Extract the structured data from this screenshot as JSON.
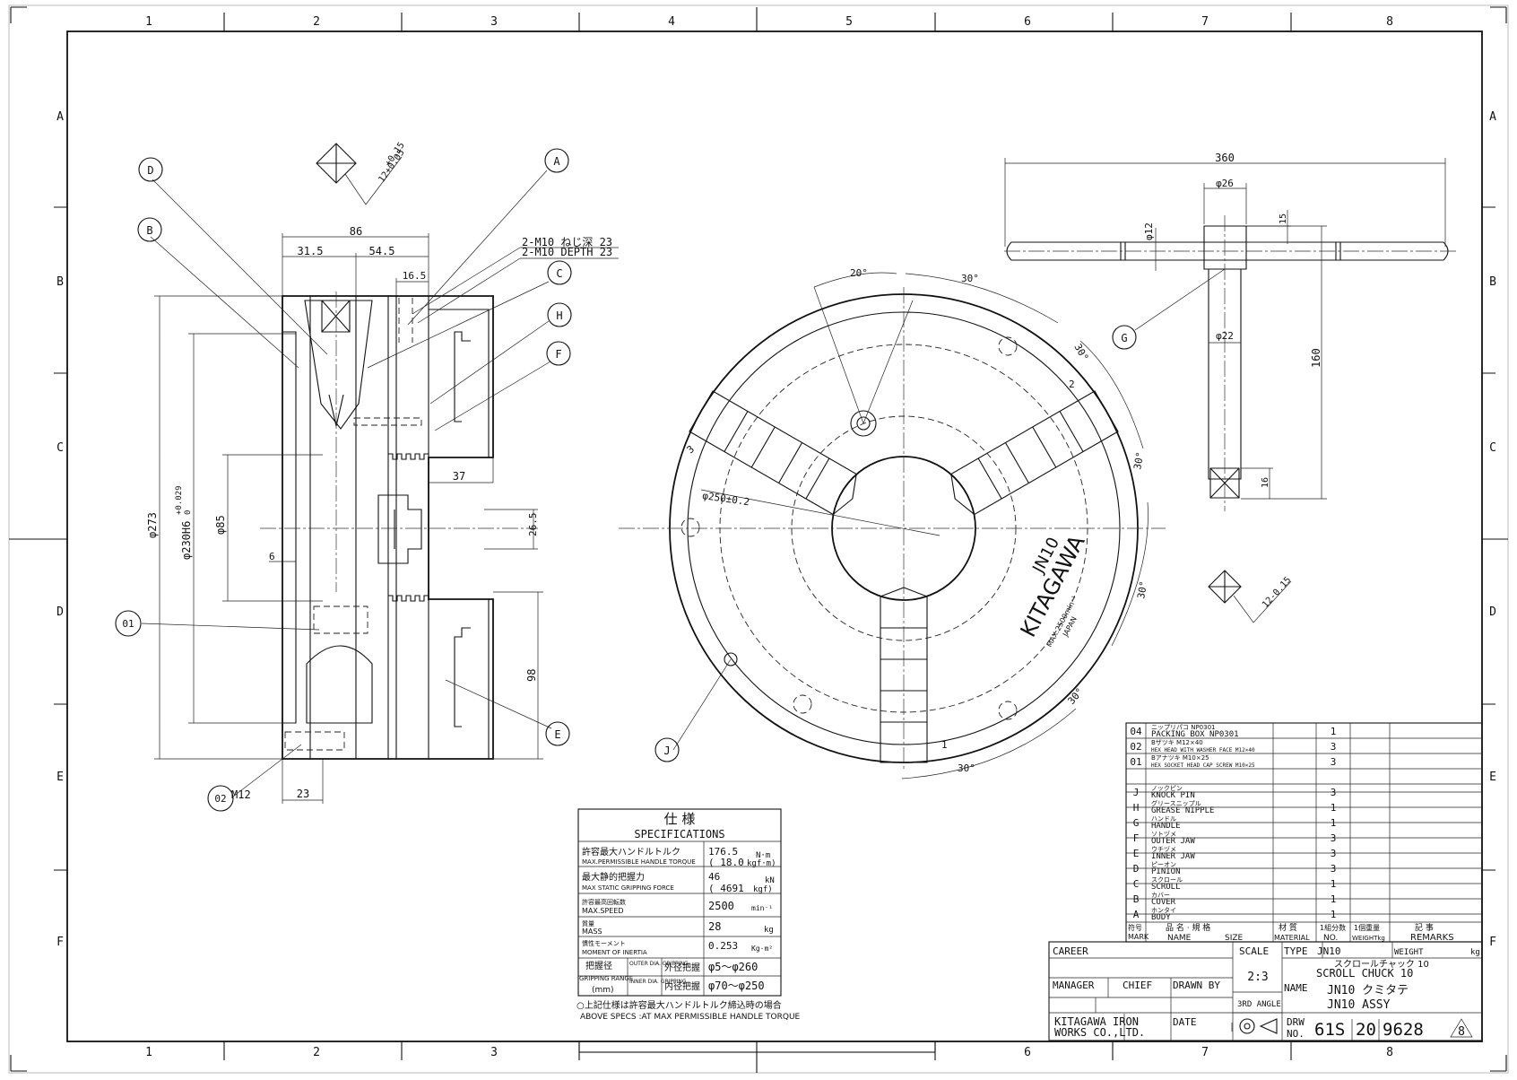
{
  "frame": {
    "columns": [
      "1",
      "2",
      "3",
      "4",
      "5",
      "6",
      "7",
      "8"
    ],
    "rows": [
      "A",
      "B",
      "C",
      "D",
      "E",
      "F"
    ]
  },
  "balloons": {
    "A": "A",
    "B": "B",
    "C": "C",
    "D": "D",
    "E": "E",
    "F": "F",
    "G": "G",
    "H": "H",
    "J": "J",
    "p01": "01",
    "p02": "02"
  },
  "section_dims": {
    "diamond_tol_top": "+0.15",
    "diamond_tol_bot": "12+0.05",
    "d86": "86",
    "d31_5": "31.5",
    "d54_5": "54.5",
    "d16_5": "16.5",
    "note_jp": "2-M10 ねじ深 23",
    "note_en": "2-M10 DEPTH 23",
    "d273": "φ273",
    "d230": "φ230H6",
    "d230_tol_up": "+0.029",
    "d230_tol_lo": "0",
    "d85": "φ85",
    "d6": "6",
    "d37": "37",
    "d26_5": "26.5",
    "d98": "98",
    "m12": "M12",
    "d23": "23"
  },
  "front_view": {
    "a20": "20°",
    "a30a": "30°",
    "a30b": "30°",
    "a30c": "30°",
    "a30d": "30°",
    "a30e": "30°",
    "a30f": "30°",
    "d250": "φ250±0.2",
    "brand": "KITAGAWA",
    "model": "JN10",
    "speed": "MAX.2500min⁻¹",
    "origin": "JAPAN",
    "n1": "1",
    "n2": "2",
    "n3": "3"
  },
  "handle_view": {
    "d360": "360",
    "d26": "φ26",
    "d12": "φ12",
    "d15": "15",
    "d22": "φ22",
    "d160": "160",
    "d16": "16",
    "tol": "12-0.15"
  },
  "specs": {
    "title_jp": "仕 様",
    "title_en": "SPECIFICATIONS",
    "rows": [
      {
        "jp": "許容最大ハンドルトルク",
        "en": "MAX.PERMISSIBLE HANDLE TORQUE",
        "val1": "176.5",
        "val2": "( 18.0",
        "unit1": "N·m",
        "unit2": "kgf·m)"
      },
      {
        "jp": "最大静的把握力",
        "en": "MAX STATIC GRIPPING FORCE",
        "val1": "46",
        "val2": "( 4691",
        "unit1": "kN",
        "unit2": "kgf)"
      },
      {
        "jp": "許容最高回転数",
        "en": "MAX.SPEED",
        "val1": "2500",
        "val2": "",
        "unit1": "min⁻¹",
        "unit2": ""
      },
      {
        "jp": "質量",
        "en": "MASS",
        "val1": "28",
        "val2": "",
        "unit1": "kg",
        "unit2": ""
      },
      {
        "jp": "慣性モーメント",
        "en": "MOMENT OF INERTIA",
        "val1": "0.253",
        "val2": "",
        "unit1": "Kg·m²",
        "unit2": ""
      }
    ],
    "grip_jp": "把握径",
    "grip_en": "GRIPPING RANGE",
    "grip_mm": "(mm)",
    "outer_en": "OUTER DIA. GRIPPING",
    "outer_jp": "外径把握",
    "outer_val": "φ5～φ260",
    "inner_en": "INNER DIA. GRIPPING",
    "inner_jp": "内径把握",
    "inner_val": "φ70～φ250",
    "note_jp": "○上記仕様は許容最大ハンドルトルク締込時の場合",
    "note_en": "ABOVE SPECS :AT MAX PERMISSIBLE HANDLE TORQUE"
  },
  "parts": [
    {
      "mark": "04",
      "jp": "ニップリパコ NP0301",
      "en": "PACKING BOX NP0301",
      "qty": "1"
    },
    {
      "mark": "02",
      "jp": "Bザツキ M12×40",
      "en": "HEX HEAD WITH WASHER FACE M12×40",
      "qty": "3"
    },
    {
      "mark": "01",
      "jp": "Bアナツキ M10×25",
      "en": "HEX SOCKET HEAD CAP SCREW M10×25",
      "qty": "3"
    },
    {
      "mark": "J",
      "jp": "ノックピン",
      "en": "KNOCK PIN",
      "qty": "3"
    },
    {
      "mark": "H",
      "jp": "グリースニップル",
      "en": "GREASE NIPPLE",
      "qty": "1"
    },
    {
      "mark": "G",
      "jp": "ハンドル",
      "en": "HANDLE",
      "qty": "1"
    },
    {
      "mark": "F",
      "jp": "ソトヅメ",
      "en": "OUTER JAW",
      "qty": "3"
    },
    {
      "mark": "E",
      "jp": "ウチヅメ",
      "en": "INNER JAW",
      "qty": "3"
    },
    {
      "mark": "D",
      "jp": "ピーオン",
      "en": "PINION",
      "qty": "3"
    },
    {
      "mark": "C",
      "jp": "スクロール",
      "en": "SCROLL",
      "qty": "1"
    },
    {
      "mark": "B",
      "jp": "カバー",
      "en": "COVER",
      "qty": "1"
    },
    {
      "mark": "A",
      "jp": "ホンタイ",
      "en": "BODY",
      "qty": "1"
    }
  ],
  "parts_header": {
    "mark_jp": "符号",
    "mark_en": "MARK",
    "name_jp": "品 名 · 規 格",
    "name_en": "NAME",
    "size_en": "SIZE",
    "mat_jp": "材 質",
    "mat_en": "MATERIAL",
    "no_jp": "1組分数",
    "no_en": "NO.",
    "wt_jp": "1個重量",
    "wt_en": "WEIGHTkg",
    "rem_jp": "記 事",
    "rem_en": "REMARKS"
  },
  "title_block": {
    "career": "CAREER",
    "scale_lbl": "SCALE",
    "scale": "2:3",
    "type_lbl": "TYPE",
    "type": "JN10",
    "weight_lbl": "WEIGHT",
    "weight_unit": "kg",
    "name_jp_small": "スクロールチャック 10",
    "name_en_small": "SCROLL CHUCK 10",
    "manager": "MANAGER",
    "chief": "CHIEF",
    "drawn": "DRAWN BY",
    "name_lbl": "NAME",
    "name1": "JN10 クミタテ",
    "name2": "JN10 ASSY",
    "angle": "3RD ANGLE",
    "company1": "KITAGAWA IRON",
    "company2": "WORKS CO.,LTD.",
    "date": "DATE",
    "drw1": "DRW",
    "drw2": "NO.",
    "drw_a": "61S",
    "drw_b": "20",
    "drw_c": "9628",
    "rev": "8"
  }
}
